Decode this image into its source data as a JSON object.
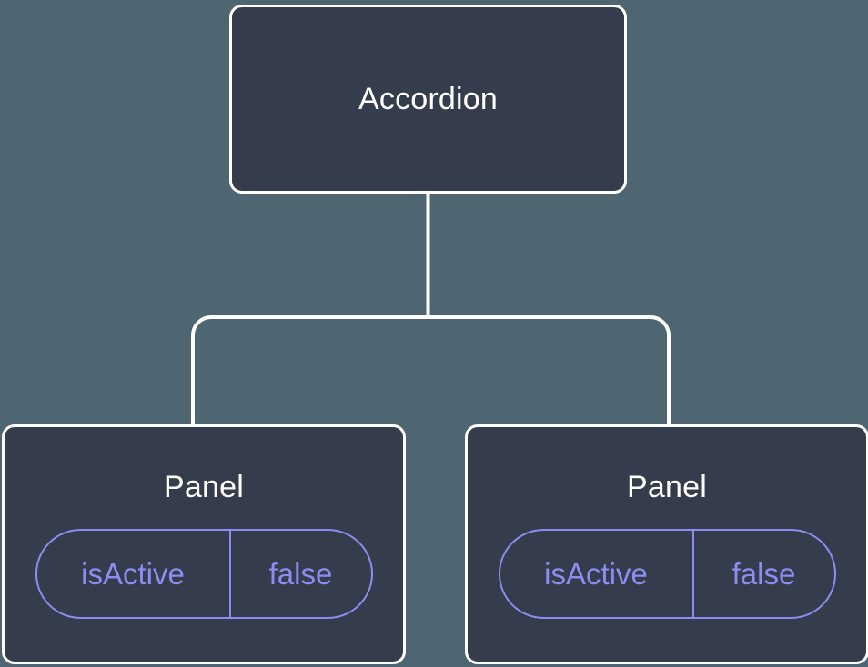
{
  "diagram": {
    "type": "component-tree",
    "background_color": "#4d6672",
    "node_fill_color": "#353c4b",
    "node_border_color": "#ffffff",
    "edge_color": "#ffffff",
    "pill_accent_color": "#8b8df2",
    "title_text_color": "#ffffff"
  },
  "root": {
    "label": "Accordion"
  },
  "children": [
    {
      "label": "Panel",
      "state": {
        "key": "isActive",
        "value": "false"
      }
    },
    {
      "label": "Panel",
      "state": {
        "key": "isActive",
        "value": "false"
      }
    }
  ]
}
